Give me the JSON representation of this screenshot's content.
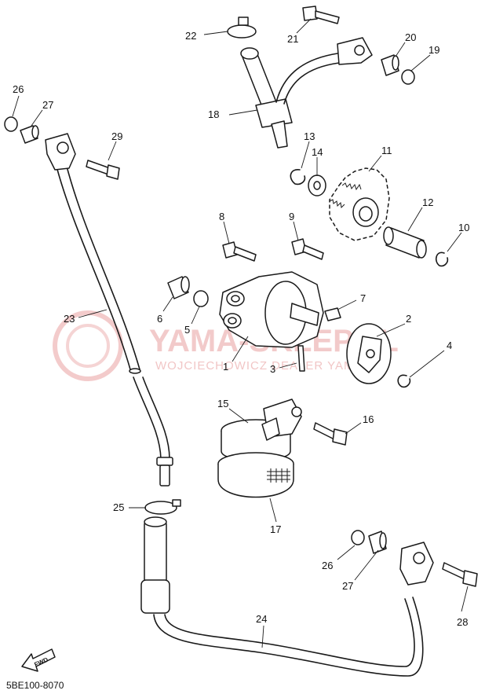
{
  "watermark": {
    "brand": "YAMA-SKLEP.PL",
    "tagline": "WOJCIECHOWICZ DEALER YAMAHA",
    "color": "#e9a0a0"
  },
  "diagram_code": "5BE100-8070",
  "fwd_label": "FWD",
  "callouts": {
    "c1": "1",
    "c2": "2",
    "c3": "3",
    "c4": "4",
    "c5": "5",
    "c6": "6",
    "c7": "7",
    "c8": "8",
    "c9": "9",
    "c10": "10",
    "c11": "11",
    "c12": "12",
    "c13": "13",
    "c14": "14",
    "c15": "15",
    "c16": "16",
    "c17": "17",
    "c18": "18",
    "c19": "19",
    "c20": "20",
    "c21": "21",
    "c22": "22",
    "c23": "23",
    "c24": "24",
    "c25": "25",
    "c26a": "26",
    "c27a": "27",
    "c29": "29",
    "c26b": "26",
    "c27b": "27",
    "c28": "28"
  }
}
